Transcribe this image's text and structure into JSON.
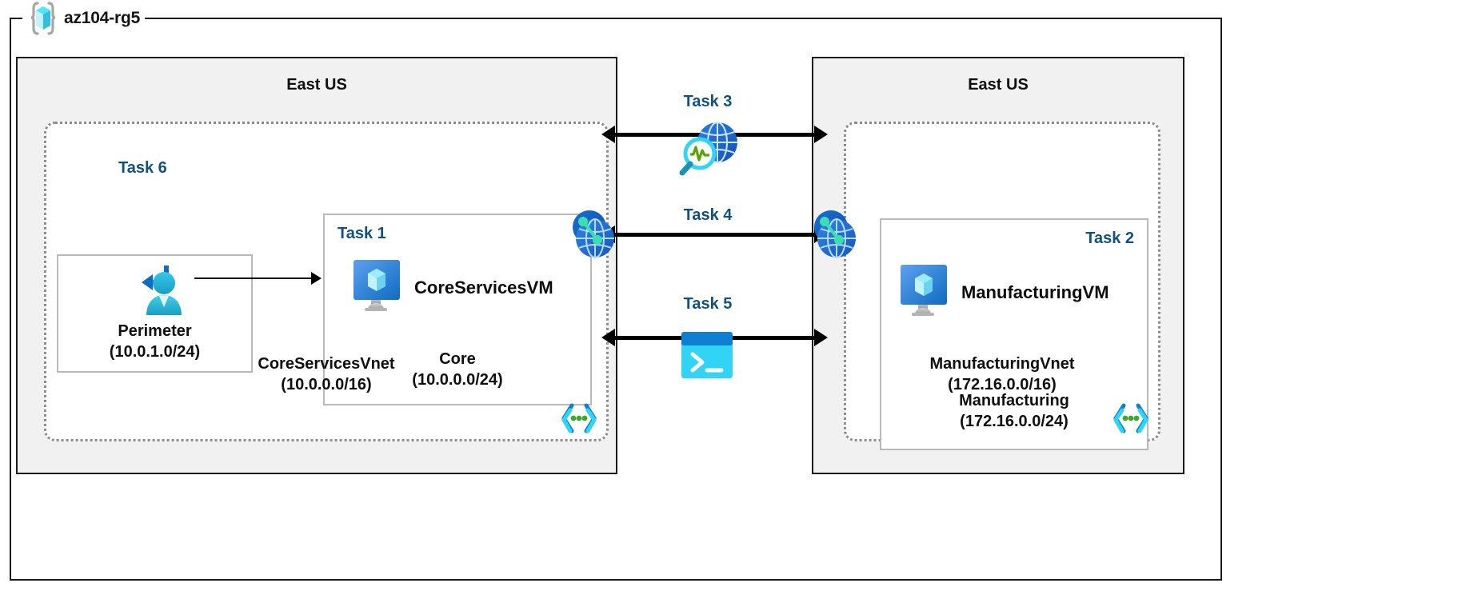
{
  "resource_group": {
    "name": "az104-rg5",
    "icon": "resource-group-cube-icon"
  },
  "regions": {
    "left": {
      "title": "East US",
      "vnet": {
        "name": "CoreServicesVnet",
        "cidr": "(10.0.0.0/16)",
        "corner_icon": "subnet-brackets-icon"
      },
      "subnets": [
        {
          "task": "Task 6",
          "name": "Perimeter",
          "cidr": "(10.0.1.0/24)",
          "icon": "azure-bastion-icon"
        },
        {
          "task": "Task 1",
          "name": "Core",
          "cidr": "(10.0.0.0/24)",
          "vm": "CoreServicesVM",
          "icon": "virtual-machine-icon"
        }
      ],
      "internet_icon": "internet-globe-icon"
    },
    "right": {
      "title": "East US",
      "vnet": {
        "name": "ManufacturingVnet",
        "cidr": "(172.16.0.0/16)",
        "corner_icon": "subnet-brackets-icon"
      },
      "subnets": [
        {
          "task": "Task 2",
          "name": "Manufacturing",
          "cidr": "(172.16.0.0/24)",
          "vm": "ManufacturingVM",
          "icon": "virtual-machine-icon"
        }
      ]
    }
  },
  "center_tasks": [
    {
      "label": "Task 3",
      "icon": "network-watcher-icon"
    },
    {
      "label": "Task 4",
      "icon": "vnet-peering-icon"
    },
    {
      "label": "Task 5",
      "icon": "cloud-shell-terminal-icon"
    }
  ],
  "peering_endpoints": [
    {
      "icon": "vnet-peering-icon",
      "side": "left"
    },
    {
      "icon": "vnet-peering-icon",
      "side": "right"
    }
  ],
  "colors": {
    "task_label": "#11517f",
    "region_fill": "#f1f1f1",
    "region_border": "#1b1b1b",
    "vnet_border": "#8c8c8c",
    "subnet_border": "#b9b9b9",
    "azure_blue": "#0078d4",
    "azure_cyan": "#50e6ff",
    "connector": "#000000"
  }
}
